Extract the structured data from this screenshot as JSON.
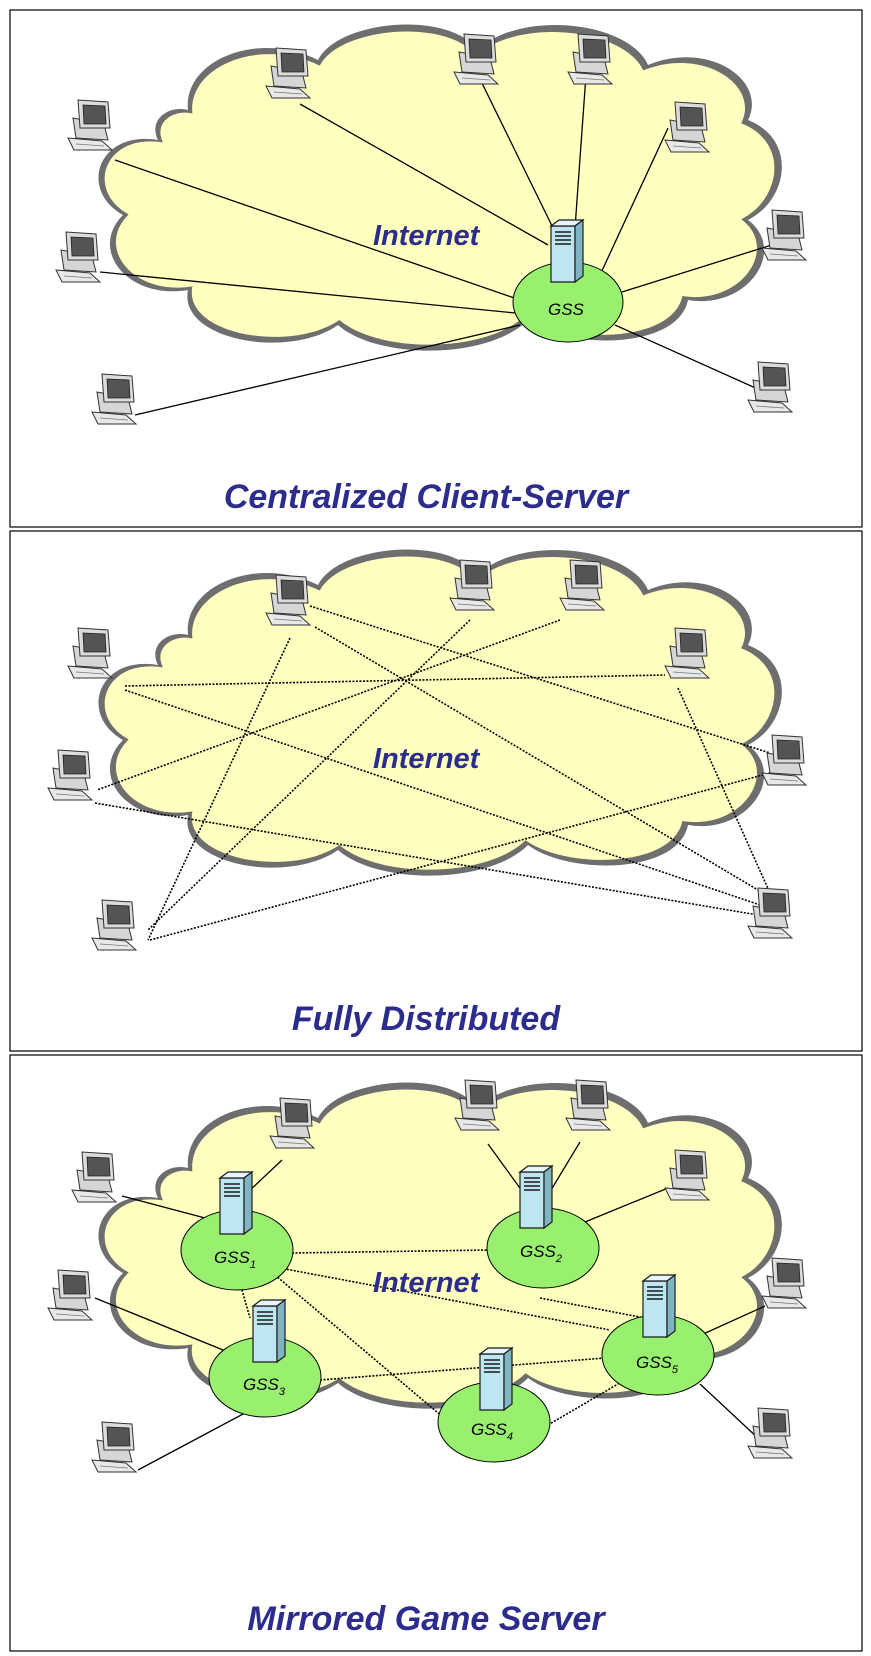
{
  "panels": [
    {
      "title": "Centralized Client-Server",
      "cloud_label": "Internet",
      "servers": [
        {
          "label": "GSS",
          "sub": ""
        }
      ]
    },
    {
      "title": "Fully Distributed",
      "cloud_label": "Internet",
      "servers": []
    },
    {
      "title": "Mirrored Game Server",
      "cloud_label": "Internet",
      "servers": [
        {
          "label": "GSS",
          "sub": "1"
        },
        {
          "label": "GSS",
          "sub": "2"
        },
        {
          "label": "GSS",
          "sub": "3"
        },
        {
          "label": "GSS",
          "sub": "4"
        },
        {
          "label": "GSS",
          "sub": "5"
        }
      ]
    }
  ],
  "colors": {
    "cloud_fill": "#ffffbf",
    "cloud_border": "#6e6e6e",
    "gss_fill": "#99f06e",
    "server_fill": "#bde6f0",
    "title_text": "#2c2c8c"
  },
  "icons": [
    "computer-icon",
    "server-icon"
  ]
}
